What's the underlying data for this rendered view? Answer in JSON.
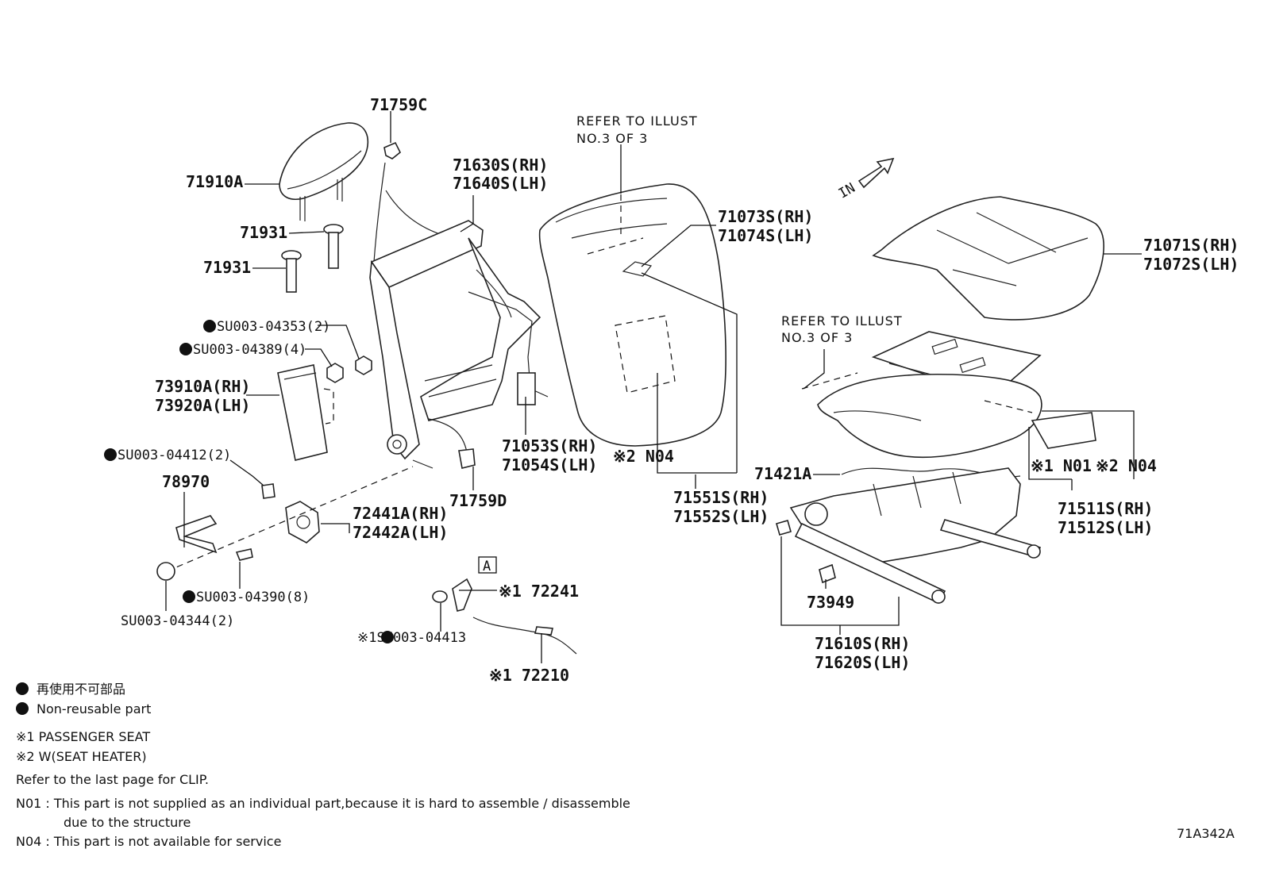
{
  "diagram_code": "71A342A",
  "callouts": {
    "c71759C": "71759C",
    "c71910A": "71910A",
    "c71931a": "71931",
    "c71931b": "71931",
    "c71630": "71630S(RH)",
    "c71640": "71640S(LH)",
    "refer_top_1": "REFER TO ILLUST",
    "refer_top_2": "NO.3 OF 3",
    "c71073": "71073S(RH)",
    "c71074": "71074S(LH)",
    "in_arrow": "IN",
    "c71071": "71071S(RH)",
    "c71072": "71072S(LH)",
    "c04353": "SU003-04353(2)",
    "c04389": "SU003-04389(4)",
    "c73910": "73910A(RH)",
    "c73920": "73920A(LH)",
    "refer_mid_1": "REFER TO ILLUST",
    "refer_mid_2": "NO.3 OF 3",
    "c71053": "71053S(RH)",
    "c71054": "71054S(LH)",
    "c_n04_back": "※2 N04",
    "c_n01": "※1 N01",
    "c_n04_cush": "※2 N04",
    "c04412": "SU003-04412(2)",
    "c78970": "78970",
    "c71759D": "71759D",
    "c71421A": "71421A",
    "c71551": "71551S(RH)",
    "c71552": "71552S(LH)",
    "c71511": "71511S(RH)",
    "c71512": "71512S(LH)",
    "c72441": "72441A(RH)",
    "c72442": "72442A(LH)",
    "box_a": "A",
    "c72241": "※1 72241",
    "c73949": "73949",
    "c04390": "SU003-04390(8)",
    "c04344": "SU003-04344(2)",
    "c04413": "※1SU003-04413",
    "c71610": "71610S(RH)",
    "c71620": "71620S(LH)",
    "c72210": "※1 72210"
  },
  "legend": {
    "non_reusable_jp": "再使用不可部品",
    "non_reusable_en": "Non-reusable part",
    "note1": "※1  PASSENGER  SEAT",
    "note2": "※2  W(SEAT  HEATER)",
    "clip_note": "Refer to the last page for CLIP.",
    "n01_line1": "N01 : This part is not supplied as an individual part,because it is hard to assemble / disassemble",
    "n01_line2": "due to the structure",
    "n04_line": "N04 : This part is not available for service"
  }
}
